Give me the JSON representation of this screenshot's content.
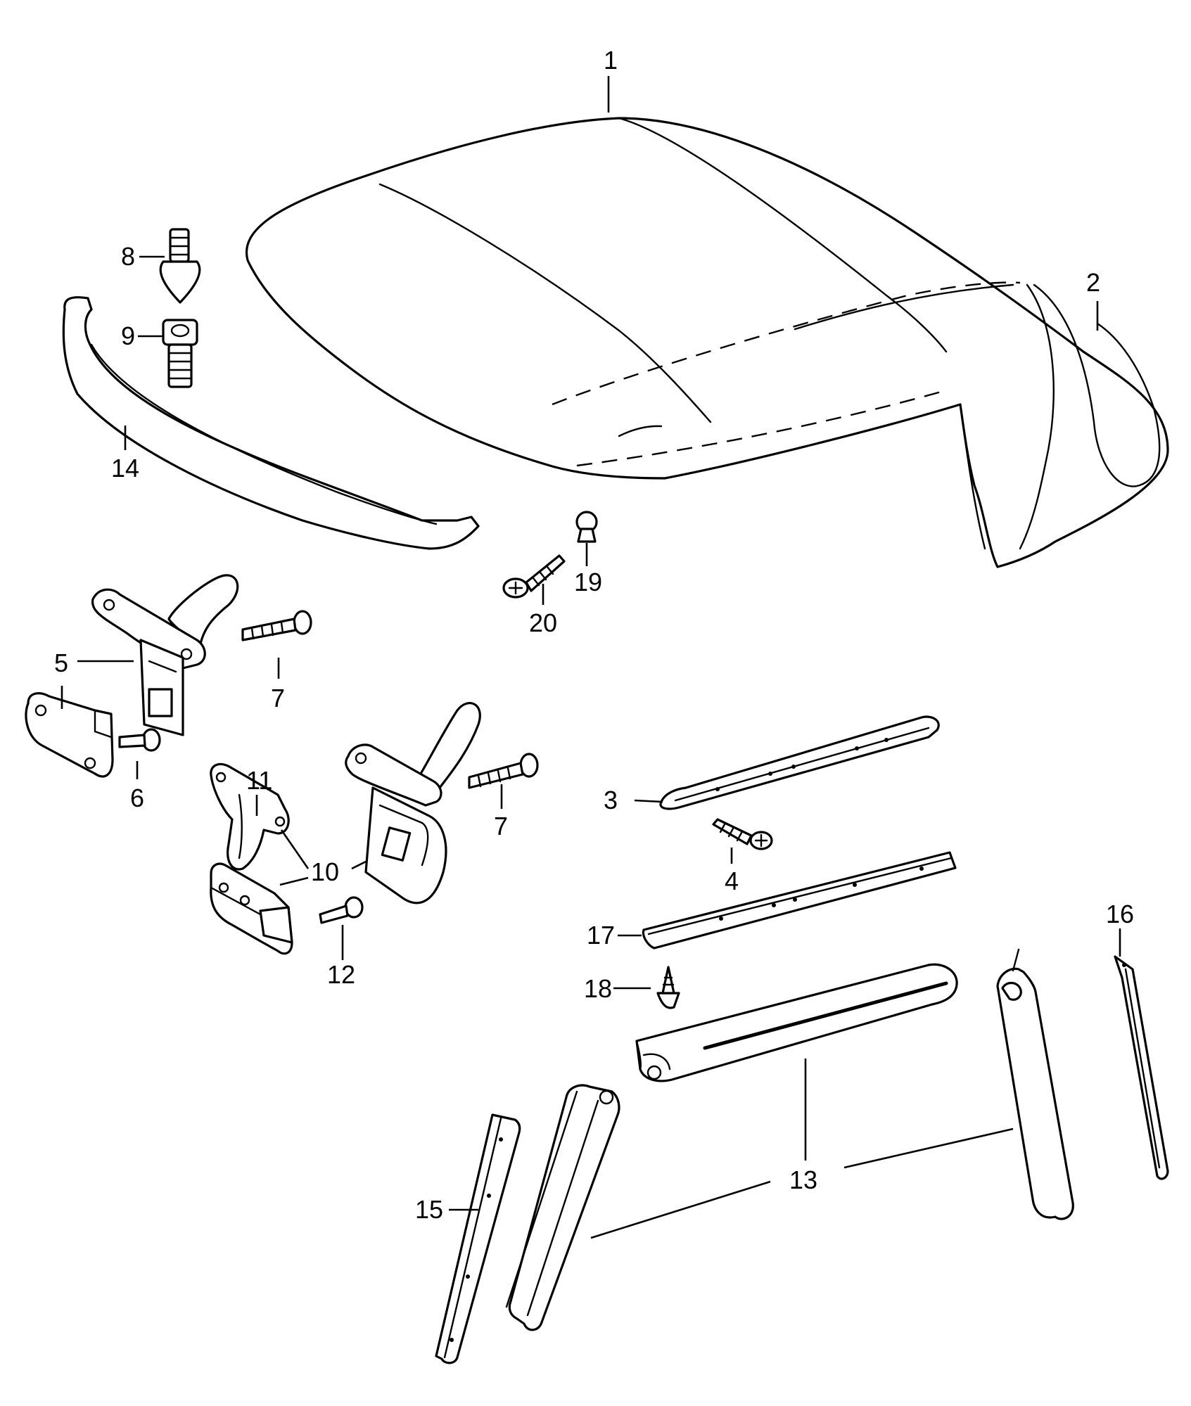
{
  "callouts": {
    "c1": "1",
    "c2": "2",
    "c3": "3",
    "c4": "4",
    "c5": "5",
    "c6": "6",
    "c7a": "7",
    "c7b": "7",
    "c8": "8",
    "c9": "9",
    "c10": "10",
    "c11": "11",
    "c12": "12",
    "c13": "13",
    "c14": "14",
    "c15": "15",
    "c16": "16",
    "c17": "17",
    "c18": "18",
    "c19": "19",
    "c20": "20"
  },
  "colors": {
    "ink": "#000000",
    "paper": "#ffffff"
  }
}
